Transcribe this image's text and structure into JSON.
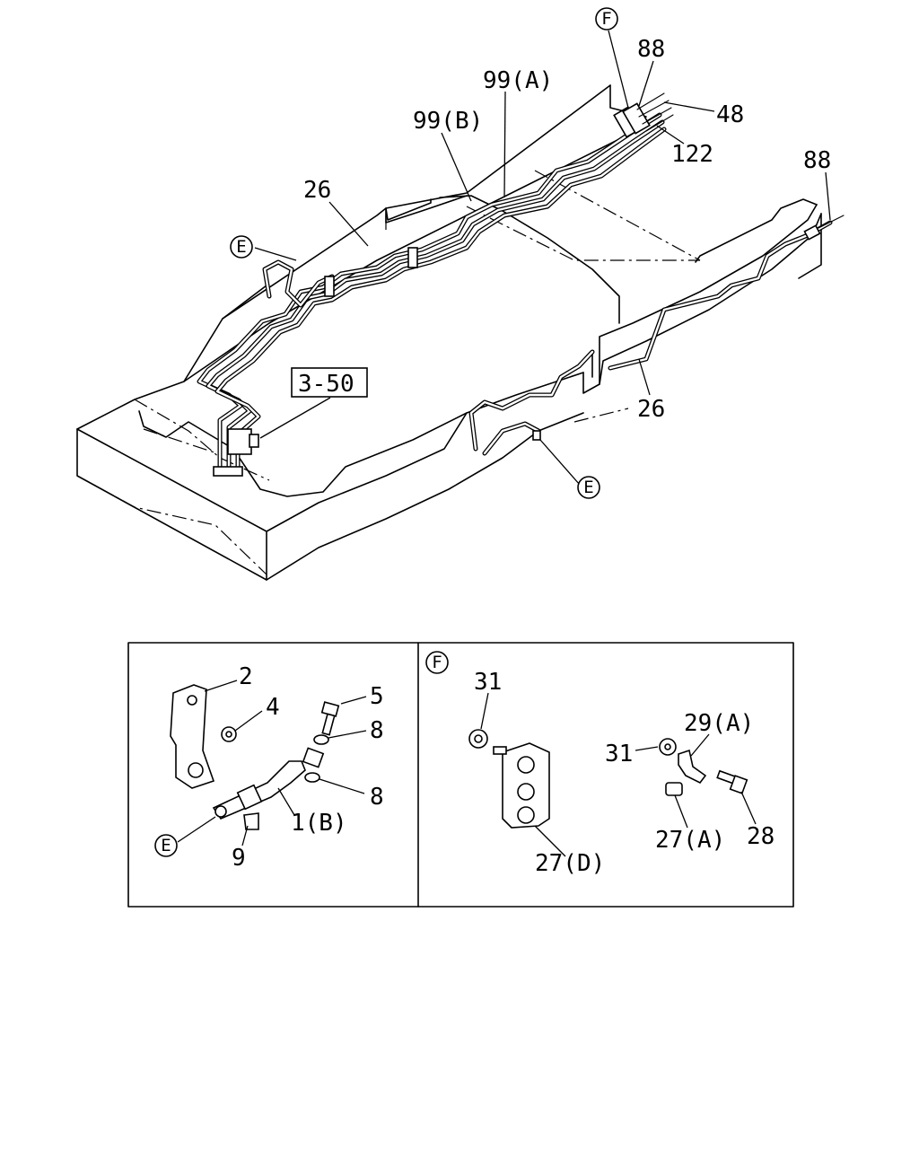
{
  "main_diagram": {
    "labels": {
      "f_marker": "F",
      "pipe_88_top": "88",
      "pipe_48": "48",
      "pipe_122": "122",
      "pipe_99a": "99(A)",
      "pipe_99b": "99(B)",
      "pipe_26_upper": "26",
      "e_marker_left": "E",
      "pipe_88_right": "88",
      "ref_box": "3-50",
      "pipe_26_lower": "26",
      "e_marker_bottom": "E"
    }
  },
  "detail_e": {
    "labels": {
      "bracket_2": "2",
      "nut_4": "4",
      "bolt_5": "5",
      "washer_8_top": "8",
      "washer_8_bottom": "8",
      "hose_1b": "1(B)",
      "clip_9": "9",
      "e_marker": "E"
    }
  },
  "detail_f": {
    "labels": {
      "f_marker": "F",
      "nut_31_left": "31",
      "block_27d": "27(D)",
      "nut_31_right": "31",
      "clamp_29a": "29(A)",
      "spacer_27a": "27(A)",
      "bolt_28": "28"
    }
  }
}
